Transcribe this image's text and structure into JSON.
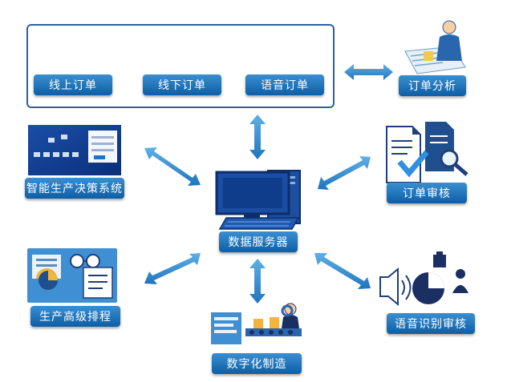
{
  "nodes": {
    "online_order": "线上订单",
    "offline_order": "线下订单",
    "voice_order": "语音订单",
    "order_analysis": "订单分析",
    "decision_system": "智能生产决策系统",
    "order_review": "订单审核",
    "data_server": "数据服务器",
    "scheduling": "生产高级排程",
    "voice_review": "语音识别审核",
    "digital_manufacturing": "数字化制造"
  },
  "colors": {
    "label_top": "#3a8fd0",
    "label_bottom": "#0d5ea6",
    "arrow": "#3a90cf",
    "border": "#2b5fa6"
  }
}
